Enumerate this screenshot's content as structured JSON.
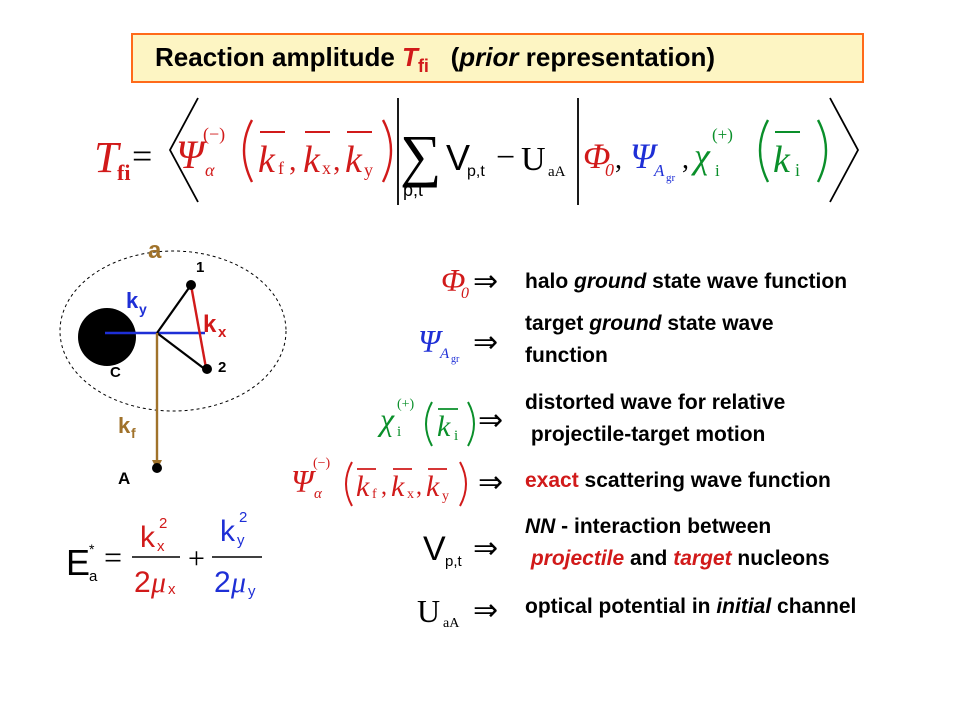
{
  "title": {
    "prefix": "Reaction amplitude ",
    "symbol": "T",
    "symbol_sub": "fi",
    "suffix_open": "(",
    "suffix_italic": "prior",
    "suffix_rest": " representation)"
  },
  "formula": {
    "T": "T",
    "T_sub": "fi",
    "eq": "=",
    "psi": "Ψ",
    "psi_sup": "(−)",
    "psi_sub": "α",
    "kf": "k",
    "kf_sub": "f",
    "kx": "k",
    "kx_sub": "x",
    "ky": "k",
    "ky_sub": "y",
    "sum": "∑",
    "sum_sub": "p,t",
    "V": "V",
    "V_sub": "p,t",
    "minus": "−",
    "U": "U",
    "U_sub": "aA",
    "phi": "Φ",
    "phi_sub": "0",
    "psiA": "Ψ",
    "psiA_sub": "A",
    "psiA_subsub": "gr",
    "chi": "χ",
    "chi_sup": "(+)",
    "chi_sub": "i",
    "ki": "k",
    "ki_sub": "i"
  },
  "diagram": {
    "label_a": "a",
    "label_1": "1",
    "label_2": "2",
    "label_C": "C",
    "label_A": "A",
    "label_ky": "k",
    "label_ky_sub": "y",
    "label_kx": "k",
    "label_kx_sub": "x",
    "label_kf": "k",
    "label_kf_sub": "f"
  },
  "energy": {
    "E": "E",
    "E_sub": "a",
    "E_sup": "*",
    "eq": "=",
    "kx": "k",
    "kx_sub": "x",
    "kx_sup": "2",
    "two": "2",
    "mu": "μ",
    "mu_x": "x",
    "plus": "+",
    "ky": "k",
    "ky_sub": "y",
    "ky_sup": "2",
    "mu_y": "y"
  },
  "legend": {
    "arrow": "⇒",
    "row1": {
      "a": "halo ",
      "b": "ground",
      "c": " state wave function"
    },
    "row2": {
      "line1_a": "target ",
      "line1_b": "ground",
      "line1_c": " state wave",
      "line2": "function"
    },
    "row3": {
      "line1": "distorted wave for relative",
      "line2": " projectile-target motion"
    },
    "row4": {
      "a": "exact",
      "b": " scattering wave function"
    },
    "row5": {
      "line1_a": "NN",
      "line1_b": " - interaction between",
      "line2_a": " projectile",
      "line2_b": " and ",
      "line2_c": "target",
      "line2_d": " nucleons"
    },
    "row6": {
      "a": "optical potential in ",
      "b": "initial",
      "c": " channel"
    }
  },
  "colors": {
    "accent_red": "#d11a1a",
    "blue": "#1e2fd6",
    "green": "#0a8f2a",
    "brown": "#a0722a",
    "title_bg": "#fdf5c3",
    "title_border": "#ff6a1a"
  }
}
